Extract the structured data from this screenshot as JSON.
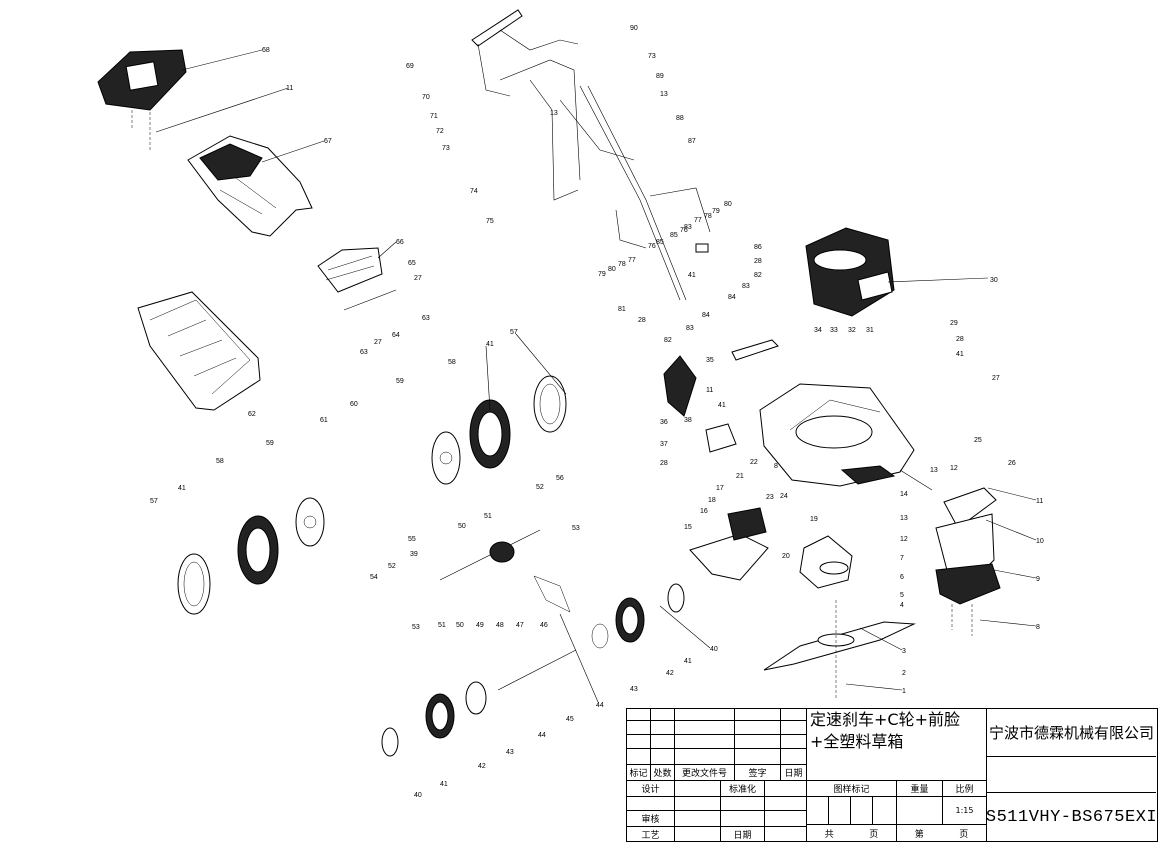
{
  "drawing": {
    "title": "Lawn mower exploded parts diagram",
    "part_labels": [
      "68",
      "11",
      "67",
      "66",
      "65",
      "27",
      "63",
      "64",
      "63",
      "27",
      "62",
      "69",
      "90",
      "73",
      "89",
      "70",
      "13",
      "71",
      "13",
      "72",
      "73",
      "88",
      "87",
      "74",
      "75",
      "79",
      "80",
      "78",
      "77",
      "86",
      "76",
      "85",
      "83",
      "28",
      "82",
      "41",
      "83",
      "84",
      "79",
      "80",
      "78",
      "77",
      "85",
      "76",
      "81",
      "28",
      "83",
      "84",
      "82",
      "30",
      "34",
      "33",
      "32",
      "31",
      "29",
      "28",
      "41",
      "35",
      "11",
      "36",
      "38",
      "41",
      "37",
      "28",
      "27",
      "25",
      "26",
      "13",
      "12",
      "14",
      "22",
      "21",
      "23",
      "8",
      "24",
      "17",
      "18",
      "19",
      "16",
      "15",
      "20",
      "13",
      "12",
      "11",
      "10",
      "9",
      "8",
      "7",
      "6",
      "5",
      "4",
      "3",
      "2",
      "1",
      "57",
      "41",
      "58",
      "59",
      "60",
      "61",
      "55",
      "39",
      "58",
      "41",
      "57",
      "59",
      "56",
      "52",
      "51",
      "50",
      "53",
      "49",
      "48",
      "47",
      "46",
      "54",
      "52",
      "51",
      "50",
      "53",
      "44",
      "45",
      "43",
      "42",
      "41",
      "40",
      "43",
      "44",
      "42",
      "41",
      "40"
    ]
  },
  "title_block": {
    "header_labels": [
      "标记",
      "处数",
      "更改文件号",
      "签字",
      "日期"
    ],
    "row_labels": {
      "design": "设计",
      "standard": "标准化",
      "review": "审核",
      "process": "工艺",
      "date": "日期"
    },
    "desc_line1": "定速刹车+C轮+前脸",
    "desc_line2": "+全塑料草箱",
    "company": "宁波市德霖机械有限公司",
    "drawing_mark_label": "图样标记",
    "weight_label": "重量",
    "scale_label": "比例",
    "scale_value": "1:15",
    "total_label": "共",
    "page_unit": "页",
    "sheet_label": "第",
    "sheet_unit": "页",
    "drawing_no": "S511VHY-BS675EXI"
  }
}
